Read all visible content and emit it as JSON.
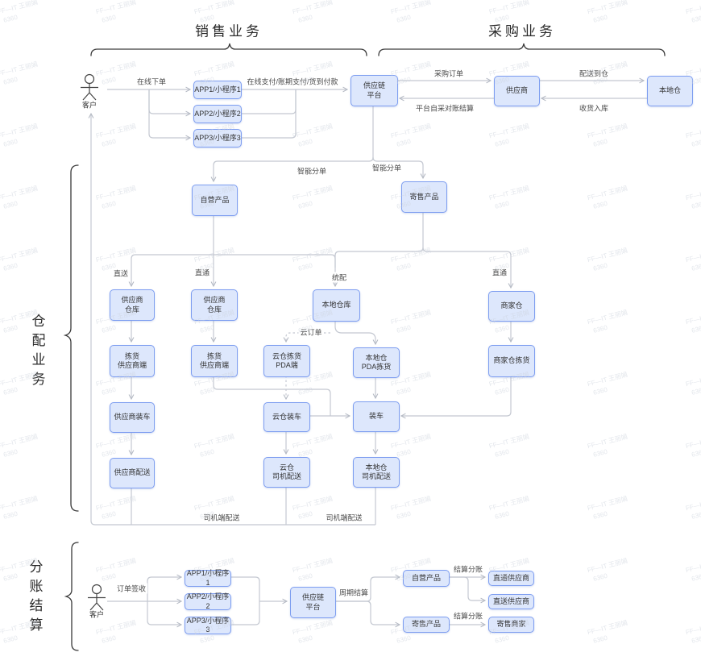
{
  "watermark": {
    "line1": "FF—IT 王丽娟",
    "line2": "6360"
  },
  "sections": {
    "sales": {
      "title": "销售业务"
    },
    "procurement": {
      "title": "采购业务"
    },
    "warehouse": {
      "title": "仓配业务"
    },
    "settlement": {
      "title": "分账结算"
    }
  },
  "actors": {
    "top": "客户",
    "bottom": "客户"
  },
  "nodes": {
    "app1_top": "APP1/小程序1",
    "app2_top": "APP2/小程序2",
    "app3_top": "APP3/小程序3",
    "scp_top": "供应链\n平台",
    "supplier": "供应商",
    "local_wh": "本地仓",
    "own_prod": "自营产品",
    "consign_prod": "寄售产品",
    "sup_wh1": "供应商\n仓库",
    "sup_wh2": "供应商\n仓库",
    "local_whk": "本地仓库",
    "merch_wh": "商家仓",
    "pick_sup1": "拣货\n供应商端",
    "pick_sup2": "拣货\n供应商端",
    "cloud_pick": "云仓拣货\nPDA端",
    "local_pda": "本地仓\nPDA拣货",
    "merch_pick": "商家仓拣货",
    "sup_load": "供应商装车",
    "cloud_load": "云仓装车",
    "load": "装车",
    "sup_deliv": "供应商配送",
    "cloud_driver": "云仓\n司机配送",
    "local_driver": "本地仓\n司机配送",
    "app1_bot": "APP1/小程序1",
    "app2_bot": "APP2/小程序2",
    "app3_bot": "APP3/小程序3",
    "scp_bot": "供应链\n平台",
    "own_bot": "自营产品",
    "consign_bot": "寄售产品",
    "zhitong_sup": "直通供应商",
    "zhisong_sup": "直送供应商",
    "consign_merch": "寄售商家"
  },
  "edge_labels": {
    "online_order": "在线下单",
    "online_pay": "在线支付/账期支付/货到付款",
    "purchase_order": "采购订单",
    "deliver_to_wh": "配送到仓",
    "platform_settle": "平台自采对账结算",
    "receive_in": "收货入库",
    "smart_split_1": "智能分单",
    "smart_split_2": "智能分单",
    "direct_send": "直送",
    "direct_pass_1": "直通",
    "unified": "统配",
    "direct_pass_2": "直通",
    "cloud_order": "云订单",
    "driver_deliv_1": "司机端配送",
    "driver_deliv_2": "司机端配送",
    "order_sign": "订单签收",
    "cycle_settle": "周期结算",
    "settle_split_1": "结算分账",
    "settle_split_2": "结算分账"
  },
  "colors": {
    "node_fill": "#dde7fc",
    "node_border": "#7d9df0",
    "line": "#c4c8d1",
    "text": "#333333",
    "watermark": "#ccd2dc"
  }
}
